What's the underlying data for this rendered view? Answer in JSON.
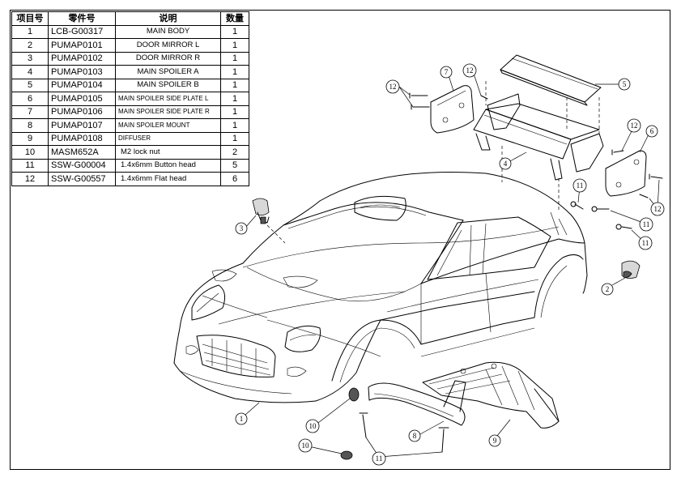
{
  "table": {
    "headers": [
      "项目号",
      "零件号",
      "说明",
      "数量"
    ],
    "rows": [
      {
        "no": "1",
        "part": "LCB-G00317",
        "desc": "MAIN BODY",
        "qty": "1"
      },
      {
        "no": "2",
        "part": "PUMAP0101",
        "desc": "DOOR MIRROR L",
        "qty": "1"
      },
      {
        "no": "3",
        "part": "PUMAP0102",
        "desc": "DOOR MIRROR R",
        "qty": "1"
      },
      {
        "no": "4",
        "part": "PUMAP0103",
        "desc": "MAIN SPOILER A",
        "qty": "1"
      },
      {
        "no": "5",
        "part": "PUMAP0104",
        "desc": "MAIN SPOILER B",
        "qty": "1"
      },
      {
        "no": "6",
        "part": "PUMAP0105",
        "desc": "MAIN SPOILER SIDE PLATE L",
        "qty": "1"
      },
      {
        "no": "7",
        "part": "PUMAP0106",
        "desc": "MAIN SPOILER SIDE PLATE R",
        "qty": "1"
      },
      {
        "no": "8",
        "part": "PUMAP0107",
        "desc": "MAIN SPOILER MOUNT",
        "qty": "1"
      },
      {
        "no": "9",
        "part": "PUMAP0108",
        "desc": "DIFFUSER",
        "qty": "1"
      },
      {
        "no": "10",
        "part": "MASM652A",
        "desc": "M2 lock nut",
        "qty": "2"
      },
      {
        "no": "11",
        "part": "SSW-G00004",
        "desc": "1.4x6mm Button head",
        "qty": "5"
      },
      {
        "no": "12",
        "part": "SSW-G00557",
        "desc": "1.4x6mm Flat head",
        "qty": "6"
      }
    ]
  },
  "callouts": {
    "c1": "1",
    "c2": "2",
    "c3": "3",
    "c4": "4",
    "c5": "5",
    "c6": "6",
    "c7": "7",
    "c8": "8",
    "c9": "9",
    "c10a": "10",
    "c10b": "10",
    "c11a": "11",
    "c11b": "11",
    "c11c": "11",
    "c11d": "11",
    "c12a": "12",
    "c12b": "12",
    "c12c": "12",
    "c12d": "12"
  }
}
